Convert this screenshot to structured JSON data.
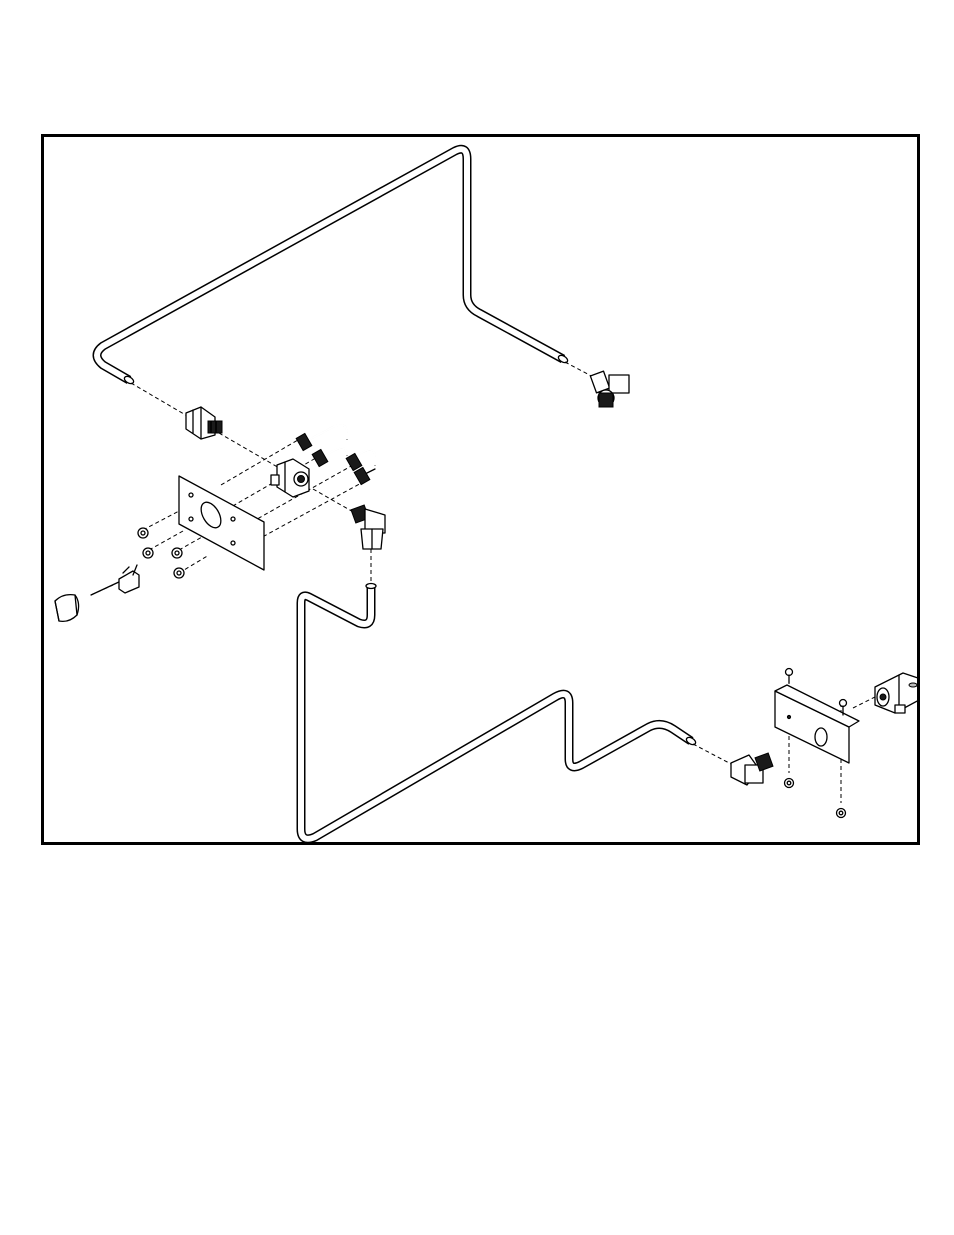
{
  "diagram": {
    "colors": {
      "line": "#000000",
      "background": "#ffffff",
      "shade": "#bdbdbd",
      "dark": "#1a1a1a"
    },
    "parts": [
      "upper-tube",
      "lower-tube",
      "mounting-plate",
      "bulkhead-fitting",
      "straight-connector",
      "elbow-fitting-top",
      "elbow-fitting-middle",
      "elbow-fitting-bottom",
      "u-bolt",
      "hex-nut",
      "control-knob",
      "valve-stem",
      "mounting-bracket",
      "bracket-screw",
      "inline-fitting"
    ]
  }
}
